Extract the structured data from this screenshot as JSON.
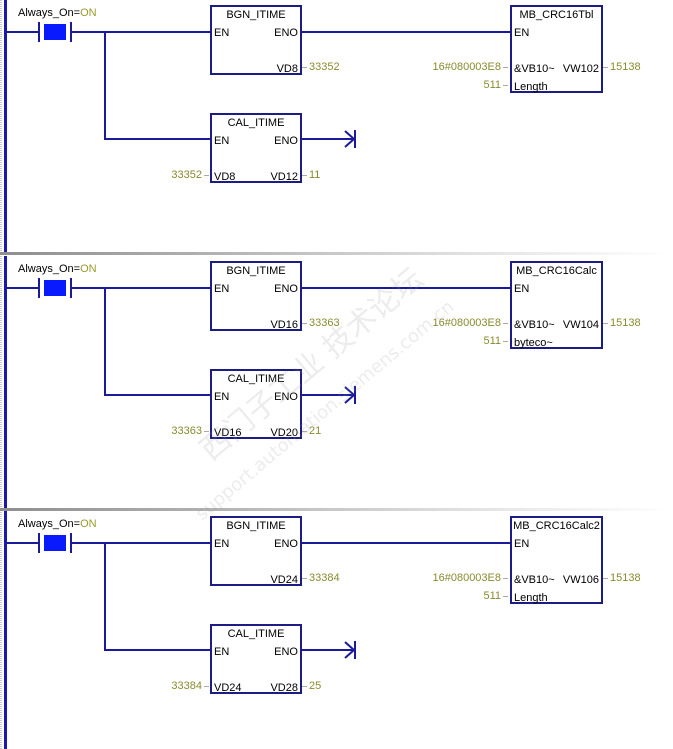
{
  "rungs": [
    {
      "contact": {
        "name": "Always_On",
        "eq": "=",
        "state": "ON"
      },
      "bgn": {
        "title": "BGN_ITIME",
        "en": "EN",
        "eno": "ENO",
        "out_pin": "VD8",
        "out_value": "33352"
      },
      "cal": {
        "title": "CAL_ITIME",
        "en": "EN",
        "eno": "ENO",
        "in_pin": "VD8",
        "in_value": "33352",
        "out_pin": "VD12",
        "out_value": "11"
      },
      "crc": {
        "title": "MB_CRC16Tbl",
        "en": "EN",
        "in1_pin": "&VB10~",
        "in1_value": "16#080003E8",
        "out_pin": "VW102",
        "out_value": "15138",
        "in2_pin": "Length",
        "in2_value": "511"
      }
    },
    {
      "contact": {
        "name": "Always_On",
        "eq": "=",
        "state": "ON"
      },
      "bgn": {
        "title": "BGN_ITIME",
        "en": "EN",
        "eno": "ENO",
        "out_pin": "VD16",
        "out_value": "33363"
      },
      "cal": {
        "title": "CAL_ITIME",
        "en": "EN",
        "eno": "ENO",
        "in_pin": "VD16",
        "in_value": "33363",
        "out_pin": "VD20",
        "out_value": "21"
      },
      "crc": {
        "title": "MB_CRC16Calc",
        "en": "EN",
        "in1_pin": "&VB10~",
        "in1_value": "16#080003E8",
        "out_pin": "VW104",
        "out_value": "15138",
        "in2_pin": "byteco~",
        "in2_value": "511"
      }
    },
    {
      "contact": {
        "name": "Always_On",
        "eq": "=",
        "state": "ON"
      },
      "bgn": {
        "title": "BGN_ITIME",
        "en": "EN",
        "eno": "ENO",
        "out_pin": "VD24",
        "out_value": "33384"
      },
      "cal": {
        "title": "CAL_ITIME",
        "en": "EN",
        "eno": "ENO",
        "in_pin": "VD24",
        "in_value": "33384",
        "out_pin": "VD28",
        "out_value": "25"
      },
      "crc": {
        "title": "MB_CRC16Calc2",
        "en": "EN",
        "in1_pin": "&VB10~",
        "in1_value": "16#080003E8",
        "out_pin": "VW106",
        "out_value": "15138",
        "in2_pin": "Length",
        "in2_value": "511"
      }
    }
  ],
  "watermark": {
    "line1": "西门子工业 技术论坛",
    "line2": "support.automation.siemens.com.cn"
  },
  "colors": {
    "wire": "#1a1a9a",
    "box_border": "#1c1c84",
    "contact_fill": "#0a1aff",
    "value_text": "#8a8a30"
  }
}
